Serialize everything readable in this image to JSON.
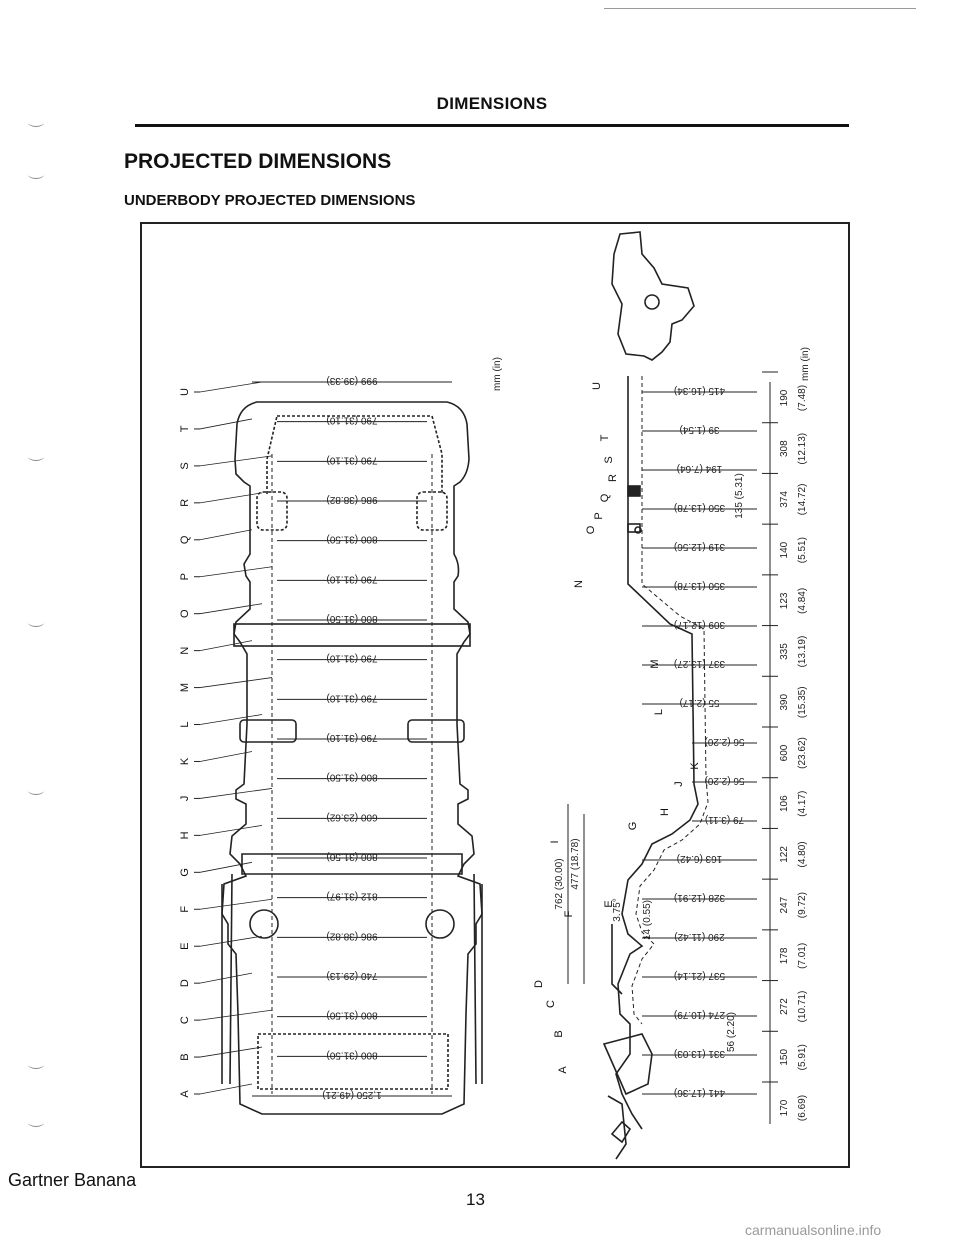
{
  "header": {
    "title": "DIMENSIONS"
  },
  "section": {
    "title": "PROJECTED DIMENSIONS"
  },
  "subsection": {
    "title": "UNDERBODY PROJECTED DIMENSIONS"
  },
  "figure": {
    "unit_label": "mm (in)",
    "left_view": {
      "points": [
        "A",
        "B",
        "C",
        "D",
        "E",
        "F",
        "G",
        "H",
        "J",
        "K",
        "L",
        "M",
        "N",
        "O",
        "P",
        "Q",
        "R",
        "S",
        "T",
        "U"
      ],
      "width_dimensions": [
        "999 (39.33)",
        "790 (31.10)",
        "790 (31.10)",
        "986 (38.82)",
        "800 (31.50)",
        "790 (31.10)",
        "800 (31.50)",
        "790 (31.10)",
        "790 (31.10)",
        "790 (31.10)",
        "800 (31.50)",
        "600 (23.62)",
        "800 (31.50)",
        "812 (31.97)",
        "986 (38.82)",
        "740 (29.13)",
        "800 (31.50)",
        "800 (31.50)",
        "1,250 (49.21)"
      ]
    },
    "right_view": {
      "points": [
        "U",
        "T",
        "S",
        "R",
        "Q",
        "P",
        "O",
        "N",
        "M",
        "L",
        "K",
        "J",
        "H",
        "G",
        "F",
        "E",
        "D",
        "C",
        "B",
        "A",
        "I"
      ],
      "horizontal_dimensions": [
        "415 (16.34)",
        "39 (1.54)",
        "194 (7.64)",
        "350 (13.78)",
        "319 (12.56)",
        "350 (13.78)",
        "309 (12.17)",
        "337 (13.27)",
        "55 (2.17)",
        "56 (2.20)",
        "56 (2.20)",
        "79 (3.11)",
        "163 (6.42)",
        "328 (12.91)",
        "290 (11.42)",
        "537 (21.14)",
        "274 (10.79)",
        "331 (13.03)",
        "441 (17.36)"
      ],
      "inner_dimensions": [
        "135 (5.31)",
        "14 (0.55)",
        "56 (2.20)",
        "3.75°"
      ],
      "vertical_dimensions": [
        "762 (30.00)",
        "477 (18.78)"
      ],
      "length_values": [
        "190",
        "308",
        "374",
        "140",
        "123",
        "335",
        "390",
        "600",
        "106",
        "122",
        "247",
        "178",
        "272",
        "150",
        "170"
      ],
      "length_inches": [
        "(7.48)",
        "(12.13)",
        "(14.72)",
        "(5.51)",
        "(4.84)",
        "(13.19)",
        "(15.35)",
        "(23.62)",
        "(4.17)",
        "(4.80)",
        "(9.72)",
        "(7.01)",
        "(10.71)",
        "(5.91)",
        "(6.69)"
      ]
    }
  },
  "footer": {
    "source": "Gartner Banana",
    "page_number": "13"
  },
  "watermark": "carmanualsonline.info"
}
